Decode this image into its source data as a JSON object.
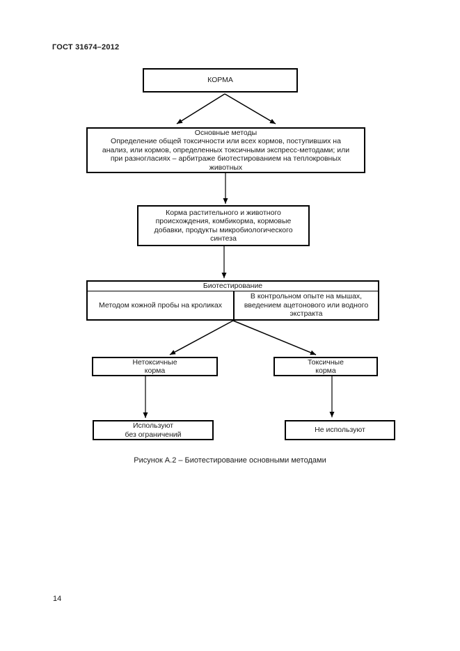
{
  "page": {
    "header": "ГОСТ 31674–2012",
    "caption": "Рисунок А.2 – Биотестирование основными методами",
    "number": "14"
  },
  "flowchart": {
    "korma": [
      "КОРМА"
    ],
    "osnovnye_metody": [
      "Основные методы",
      "Определение общей токсичности или всех кормов, поступивших на",
      "анализ, или кормов, определенных токсичными экспресс-методами; или",
      "при разногласиях – арбитраже биотестированием на теплокровных",
      "животных"
    ],
    "korma_vidy": [
      "Корма растительного и животного",
      "происхождения, комбикорма, кормовые",
      "добавки, продукты микробиологического",
      "синтеза"
    ],
    "biotest": {
      "header": "Биотестирование",
      "left_cell": [
        "Методом кожной пробы на кроликах"
      ],
      "right_cell": [
        "В контрольном опыте на мышах,",
        "введением ацетонового или водного",
        "экстракта"
      ]
    },
    "netoksichnye": [
      "Нетоксичные",
      "корма"
    ],
    "toksichnye": [
      "Токсичные",
      "корма"
    ],
    "ispolzuyut": [
      "Используют",
      "без ограничений"
    ],
    "ne_ispolzuyut": [
      "Не используют"
    ]
  },
  "colors": {
    "ink": "#000000",
    "paper": "#ffffff"
  }
}
